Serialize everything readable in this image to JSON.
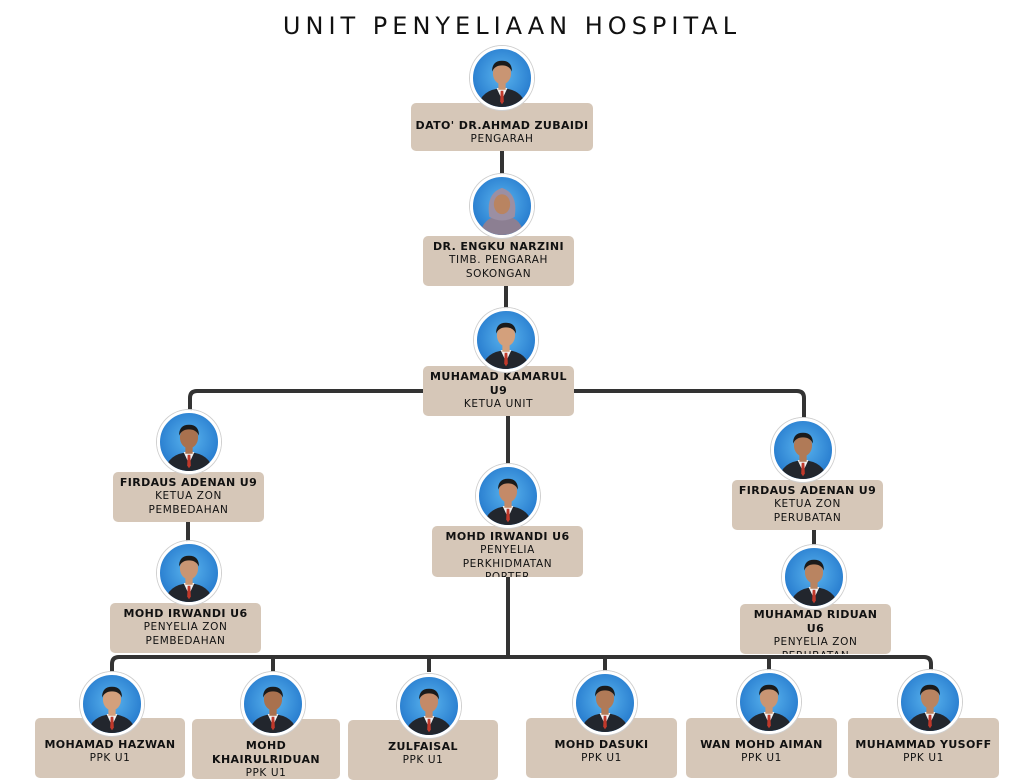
{
  "title": "UNIT PENYELIAAN HOSPITAL",
  "colors": {
    "box": "#d6c7b8",
    "line": "#333333",
    "photo_bg": "#2a7fd0"
  },
  "nodes": [
    {
      "id": "n1",
      "name": "DATO' DR.AHMAD ZUBAIDI",
      "role": [
        "PENGARAH"
      ],
      "icon": "male-person-icon"
    },
    {
      "id": "n2",
      "name": "DR. ENGKU NARZINI",
      "role": [
        "TIMB. PENGARAH",
        "SOKONGAN"
      ],
      "icon": "female-person-icon"
    },
    {
      "id": "n3",
      "name": "MUHAMAD KAMARUL U9",
      "role": [
        "KETUA UNIT"
      ],
      "icon": "male-person-icon"
    },
    {
      "id": "n4",
      "name": "FIRDAUS ADENAN U9",
      "role": [
        "KETUA ZON",
        "PEMBEDAHAN"
      ],
      "icon": "male-person-icon"
    },
    {
      "id": "n5",
      "name": "MOHD IRWANDI U6",
      "role": [
        "PENYELIA PERKHIDMATAN",
        "PORTER"
      ],
      "icon": "male-person-icon"
    },
    {
      "id": "n6",
      "name": "FIRDAUS ADENAN U9",
      "role": [
        "KETUA ZON",
        "PERUBATAN"
      ],
      "icon": "male-person-icon"
    },
    {
      "id": "n7",
      "name": "MOHD IRWANDI U6",
      "role": [
        "PENYELIA ZON",
        "PEMBEDAHAN"
      ],
      "icon": "male-person-icon"
    },
    {
      "id": "n8",
      "name": "MUHAMAD RIDUAN U6",
      "role": [
        "PENYELIA ZON",
        "PERUBATAN"
      ],
      "icon": "male-person-icon"
    },
    {
      "id": "s1",
      "name": "MOHAMAD HAZWAN",
      "role": [
        "PPK U1"
      ],
      "icon": "male-person-icon"
    },
    {
      "id": "s2",
      "name": "MOHD KHAIRULRIDUAN",
      "role": [
        "PPK U1"
      ],
      "icon": "male-person-icon"
    },
    {
      "id": "s3",
      "name": "ZULFAISAL",
      "role": [
        "PPK U1"
      ],
      "icon": "male-person-icon"
    },
    {
      "id": "s4",
      "name": "MOHD DASUKI",
      "role": [
        "PPK U1"
      ],
      "icon": "male-person-icon"
    },
    {
      "id": "s5",
      "name": "WAN MOHD AIMAN",
      "role": [
        "PPK U1"
      ],
      "icon": "male-person-icon"
    },
    {
      "id": "s6",
      "name": "MUHAMMAD YUSOFF",
      "role": [
        "PPK U1"
      ],
      "icon": "male-person-icon"
    }
  ]
}
